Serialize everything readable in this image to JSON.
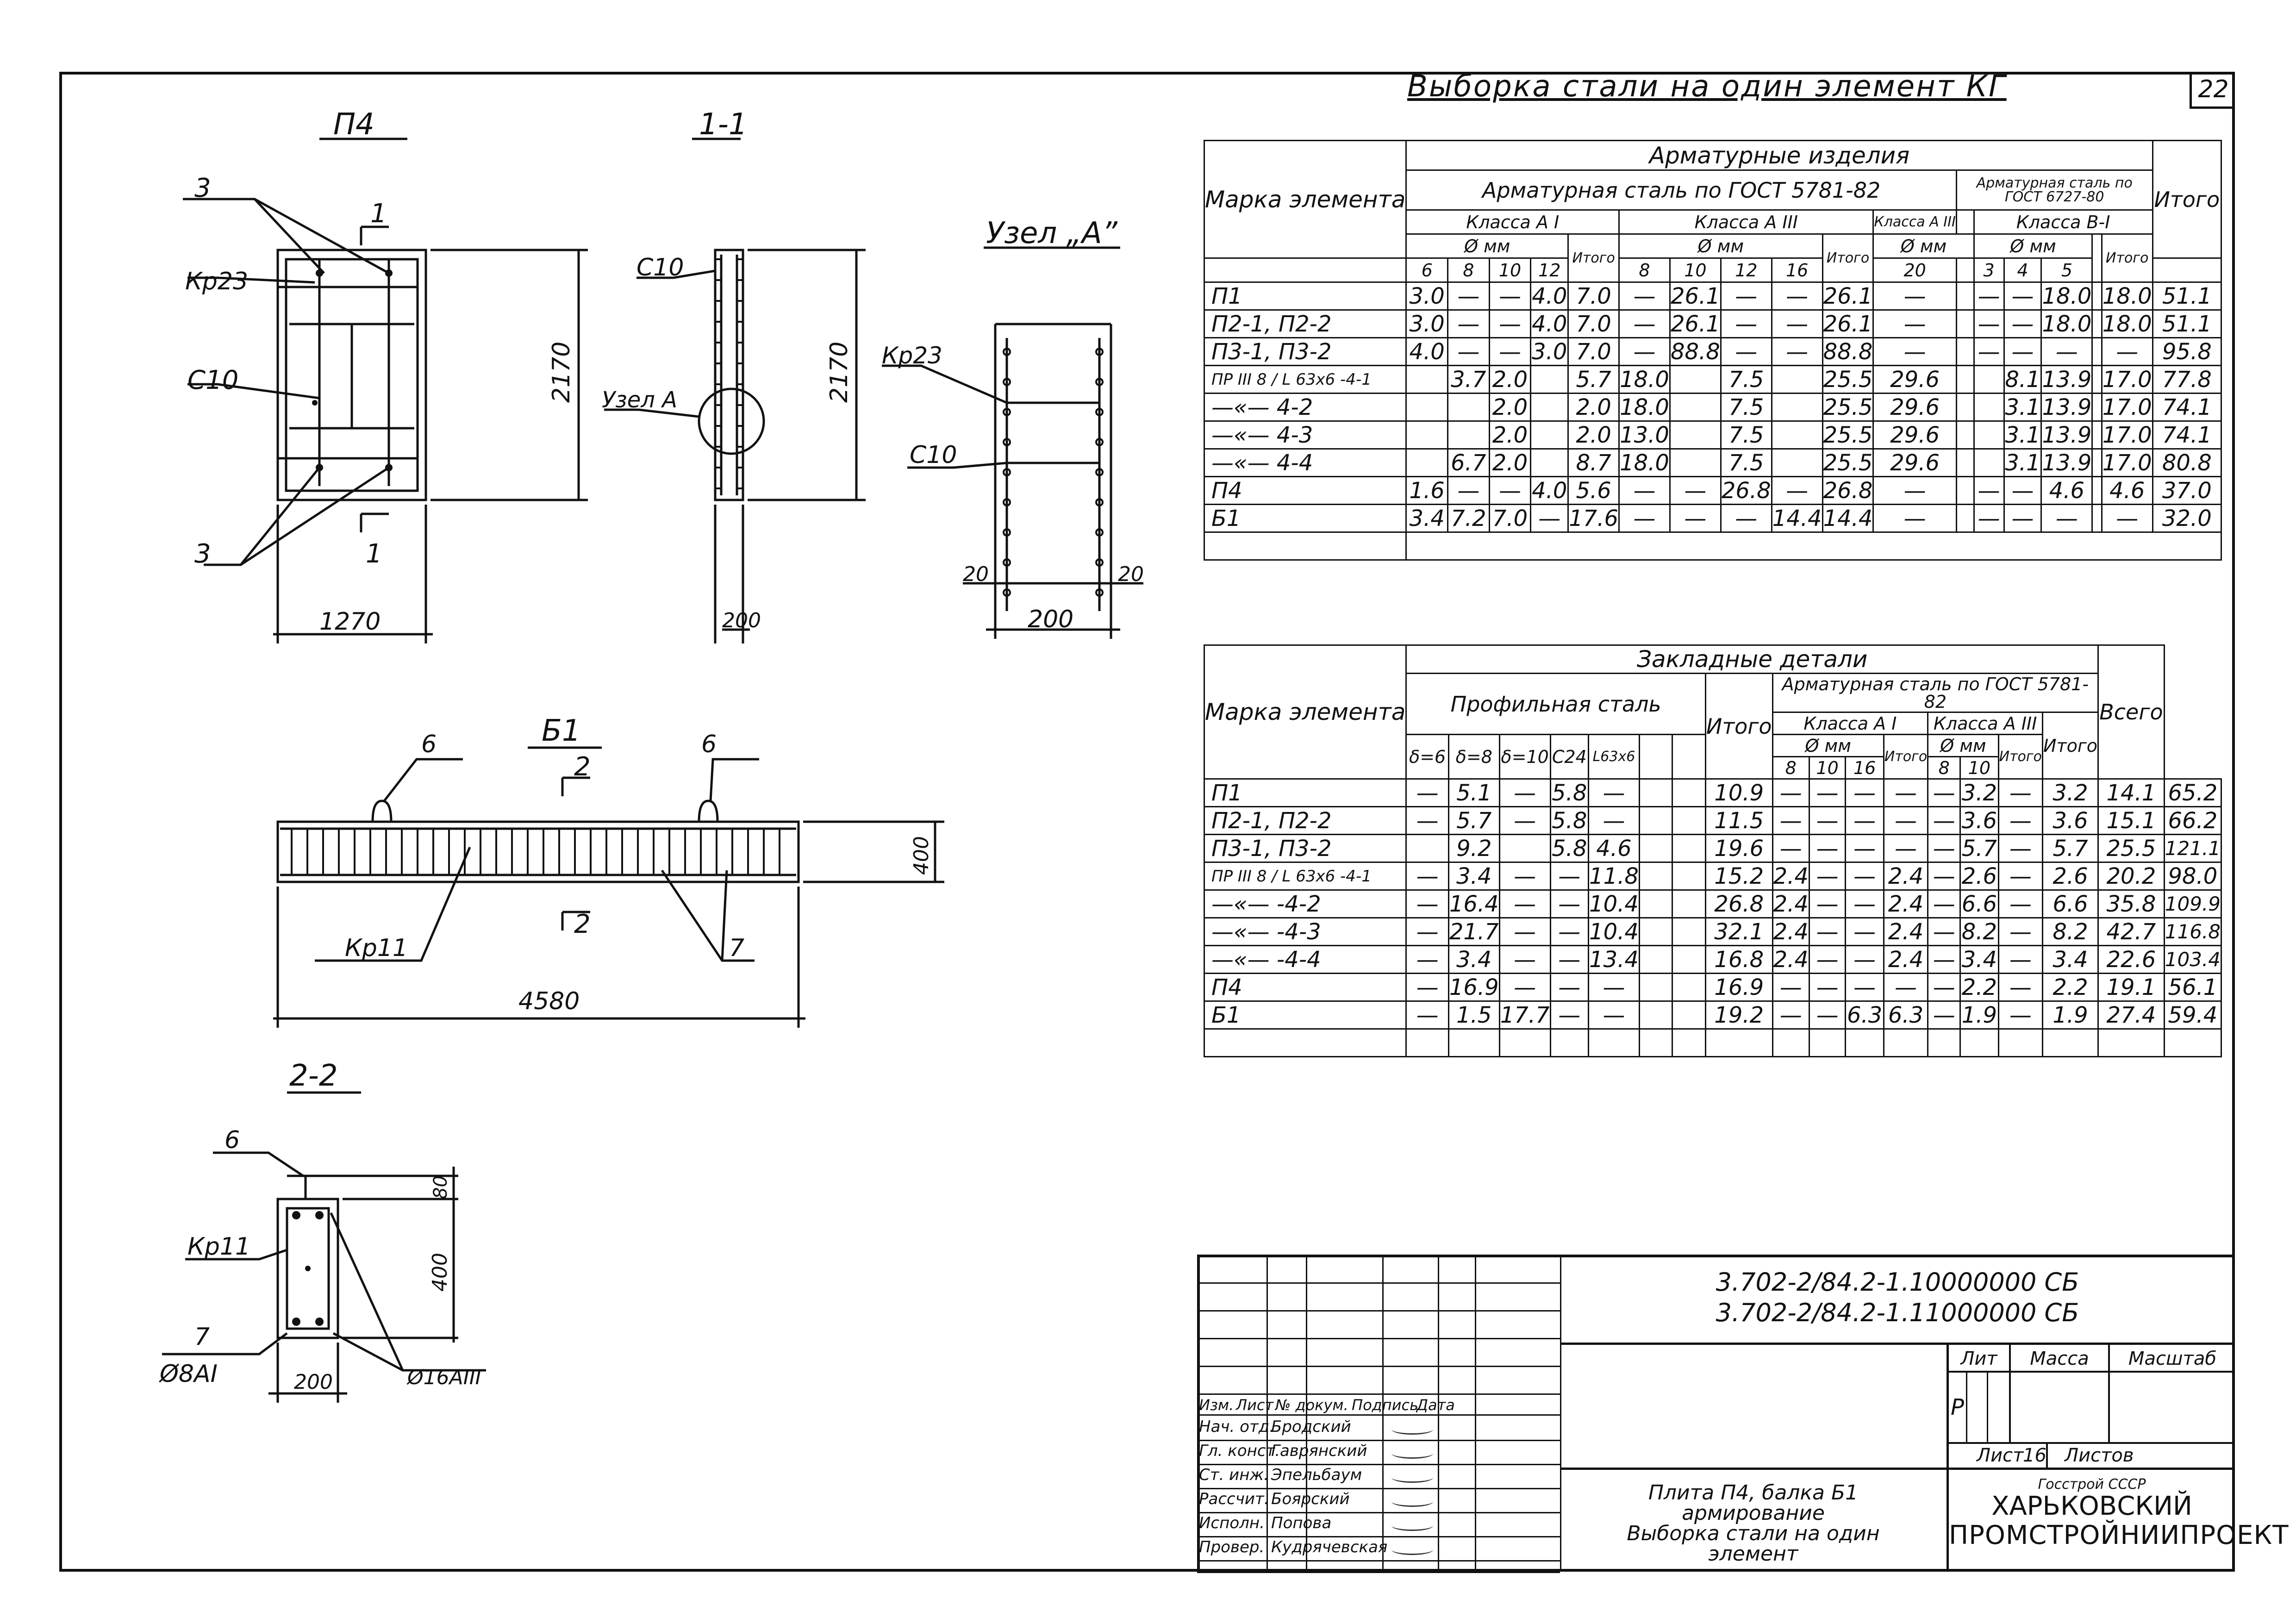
{
  "sheet_number": "22",
  "title": "Выборка стали на один элемент КГ",
  "table1": {
    "mark_header": "Марка элемента",
    "group_header": "Арматурные изделия",
    "sub_a": "Арматурная сталь по ГОСТ 5781-82",
    "sub_b": "Арматурная сталь по ГОСТ 6727-80",
    "class_a1": "Класса А I",
    "class_a3": "Класса А III",
    "class_a3_small": "Класса А III",
    "class_b1": "Класса В-I",
    "dia": "Ø мм",
    "itogo": "Итого",
    "itogo_col": "Итого",
    "cols_a1": [
      "6",
      "8",
      "10",
      "12"
    ],
    "cols_a3": [
      "8",
      "10",
      "12",
      "16"
    ],
    "cols_a3s": [
      "20"
    ],
    "cols_b1": [
      "3",
      "4",
      "5"
    ],
    "rows": [
      {
        "m": "П1",
        "v": [
          "3.0",
          "—",
          "—",
          "4.0",
          "7.0",
          "—",
          "26.1",
          "—",
          "—",
          "26.1",
          "—",
          "",
          "—",
          "—",
          "18.0",
          "",
          "18.0",
          "51.1"
        ]
      },
      {
        "m": "П2-1, П2-2",
        "v": [
          "3.0",
          "—",
          "—",
          "4.0",
          "7.0",
          "—",
          "26.1",
          "—",
          "—",
          "26.1",
          "—",
          "",
          "—",
          "—",
          "18.0",
          "",
          "18.0",
          "51.1"
        ]
      },
      {
        "m": "П3-1, П3-2",
        "v": [
          "4.0",
          "—",
          "—",
          "3.0",
          "7.0",
          "—",
          "88.8",
          "—",
          "—",
          "88.8",
          "—",
          "",
          "—",
          "—",
          "—",
          "",
          "—",
          "95.8"
        ]
      },
      {
        "m": "ПР III 8 / L 63х6 -4-1",
        "v": [
          "",
          "3.7",
          "2.0",
          "",
          "5.7",
          "18.0",
          "",
          "7.5",
          "",
          "25.5",
          "29.6",
          "",
          "",
          "8.1",
          "13.9",
          "",
          "17.0",
          "77.8"
        ]
      },
      {
        "m": "—«— 4-2",
        "v": [
          "",
          "",
          "2.0",
          "",
          "2.0",
          "18.0",
          "",
          "7.5",
          "",
          "25.5",
          "29.6",
          "",
          "",
          "3.1",
          "13.9",
          "",
          "17.0",
          "74.1"
        ]
      },
      {
        "m": "—«— 4-3",
        "v": [
          "",
          "",
          "2.0",
          "",
          "2.0",
          "13.0",
          "",
          "7.5",
          "",
          "25.5",
          "29.6",
          "",
          "",
          "3.1",
          "13.9",
          "",
          "17.0",
          "74.1"
        ]
      },
      {
        "m": "—«— 4-4",
        "v": [
          "",
          "6.7",
          "2.0",
          "",
          "8.7",
          "18.0",
          "",
          "7.5",
          "",
          "25.5",
          "29.6",
          "",
          "",
          "3.1",
          "13.9",
          "",
          "17.0",
          "80.8"
        ]
      },
      {
        "m": "П4",
        "v": [
          "1.6",
          "—",
          "—",
          "4.0",
          "5.6",
          "—",
          "—",
          "26.8",
          "—",
          "26.8",
          "—",
          "",
          "—",
          "—",
          "4.6",
          "",
          "4.6",
          "37.0"
        ]
      },
      {
        "m": "Б1",
        "v": [
          "3.4",
          "7.2",
          "7.0",
          "—",
          "17.6",
          "—",
          "—",
          "—",
          "14.4",
          "14.4",
          "—",
          "",
          "—",
          "—",
          "—",
          "",
          "—",
          "32.0"
        ]
      }
    ]
  },
  "table2": {
    "mark_header": "Марка элемента",
    "group_header": "Закладные детали",
    "profile": "Профильная сталь",
    "armature": "Арматурная сталь по ГОСТ 5781-82",
    "class_a1": "Класса А I",
    "class_a3": "Класса А III",
    "dia": "Ø мм",
    "itogo": "Итого",
    "itogo_small": "Итого",
    "total": "Всего",
    "cols_profile": [
      "δ=6",
      "δ=8",
      "δ=10",
      "С24",
      "L63х6"
    ],
    "cols_a1": [
      "8",
      "10",
      "16"
    ],
    "cols_a3": [
      "8",
      "10"
    ],
    "rows": [
      {
        "m": "П1",
        "v": [
          "—",
          "5.1",
          "—",
          "5.8",
          "—",
          "",
          "",
          "10.9",
          "—",
          "—",
          "—",
          "—",
          "—",
          "3.2",
          "—",
          "3.2",
          "14.1",
          "65.2"
        ]
      },
      {
        "m": "П2-1, П2-2",
        "v": [
          "—",
          "5.7",
          "—",
          "5.8",
          "—",
          "",
          "",
          "11.5",
          "—",
          "—",
          "—",
          "—",
          "—",
          "3.6",
          "—",
          "3.6",
          "15.1",
          "66.2"
        ]
      },
      {
        "m": "П3-1, П3-2",
        "v": [
          "",
          "9.2",
          "",
          "5.8",
          "4.6",
          "",
          "",
          "19.6",
          "—",
          "—",
          "—",
          "—",
          "—",
          "5.7",
          "—",
          "5.7",
          "25.5",
          "121.1"
        ]
      },
      {
        "m": "ПР III 8 / L 63х6 -4-1",
        "v": [
          "—",
          "3.4",
          "—",
          "—",
          "11.8",
          "",
          "",
          "15.2",
          "2.4",
          "—",
          "—",
          "2.4",
          "—",
          "2.6",
          "—",
          "2.6",
          "20.2",
          "98.0"
        ]
      },
      {
        "m": "—«— -4-2",
        "v": [
          "—",
          "16.4",
          "—",
          "—",
          "10.4",
          "",
          "",
          "26.8",
          "2.4",
          "—",
          "—",
          "2.4",
          "—",
          "6.6",
          "—",
          "6.6",
          "35.8",
          "109.9"
        ]
      },
      {
        "m": "—«— -4-3",
        "v": [
          "—",
          "21.7",
          "—",
          "—",
          "10.4",
          "",
          "",
          "32.1",
          "2.4",
          "—",
          "—",
          "2.4",
          "—",
          "8.2",
          "—",
          "8.2",
          "42.7",
          "116.8"
        ]
      },
      {
        "m": "—«— -4-4",
        "v": [
          "—",
          "3.4",
          "—",
          "—",
          "13.4",
          "",
          "",
          "16.8",
          "2.4",
          "—",
          "—",
          "2.4",
          "—",
          "3.4",
          "—",
          "3.4",
          "22.6",
          "103.4"
        ]
      },
      {
        "m": "П4",
        "v": [
          "—",
          "16.9",
          "—",
          "—",
          "—",
          "",
          "",
          "16.9",
          "—",
          "—",
          "—",
          "—",
          "—",
          "2.2",
          "—",
          "2.2",
          "19.1",
          "56.1"
        ]
      },
      {
        "m": "Б1",
        "v": [
          "—",
          "1.5",
          "17.7",
          "—",
          "—",
          "",
          "",
          "19.2",
          "—",
          "—",
          "6.3",
          "6.3",
          "—",
          "1.9",
          "—",
          "1.9",
          "27.4",
          "59.4"
        ]
      }
    ]
  },
  "titleblock": {
    "codes": [
      "3.702-2/84.2-1.10000000 СБ",
      "3.702-2/84.2-1.11000000 СБ"
    ],
    "roles": [
      "Изм.",
      "Лист",
      "№ докум.",
      "Подпись",
      "Дата"
    ],
    "people": [
      {
        "role": "Нач. отд.",
        "name": "Бродский"
      },
      {
        "role": "Гл. конст.",
        "name": "Гаврянский"
      },
      {
        "role": "Ст. инж.",
        "name": "Эпельбаум"
      },
      {
        "role": "Рассчит.",
        "name": "Боярский"
      },
      {
        "role": "Исполн.",
        "name": "Попова"
      },
      {
        "role": "Провер.",
        "name": "Кудрячевская"
      }
    ],
    "stage_hdr": "Лит",
    "mass_hdr": "Масса",
    "scale_hdr": "Масштаб",
    "stage": "Р",
    "sheet_label": "Лист",
    "sheet_value": "16",
    "sheets_label": "Листов",
    "description": [
      "Плита П4, балка Б1",
      "армирование",
      "Выборка стали на один",
      "элемент"
    ],
    "org": [
      "Госстрой СССР",
      "ХАРЬКОВСКИЙ",
      "ПРОМСТРОЙНИИПРОЕКТ"
    ]
  },
  "drawings": {
    "p4": {
      "title": "П4",
      "dim_w": "1270",
      "dim_h": "2170",
      "labels": [
        "3",
        "Кр23",
        "С10",
        "3"
      ],
      "cut": "1"
    },
    "s11": {
      "title": "1-1",
      "dim_w": "200",
      "dim_h": "2170",
      "labels": [
        "С10",
        "Узел А"
      ]
    },
    "nodeA": {
      "title": "Узел „А”",
      "dim_w": "200",
      "dims": [
        "20",
        "20"
      ],
      "labels": [
        "Кр23",
        "С10"
      ]
    },
    "b1": {
      "title": "Б1",
      "length": "4580",
      "height": "400",
      "labels": [
        "6",
        "6",
        "2",
        "2",
        "Кр11",
        "7"
      ]
    },
    "s22": {
      "title": "2-2",
      "dims": [
        "80",
        "400",
        "200"
      ],
      "labels": [
        "6",
        "Кр11",
        "7",
        "Ø8АI",
        "Ø16АIII"
      ]
    }
  }
}
